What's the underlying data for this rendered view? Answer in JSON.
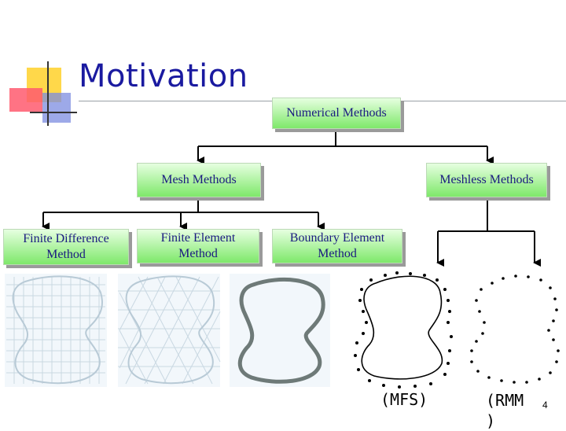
{
  "slide": {
    "title": "Motivation",
    "page_number": "4"
  },
  "tree": {
    "root": "Numerical Methods",
    "mesh": "Mesh Methods",
    "meshless": "Meshless Methods",
    "fdm": "Finite Difference Method",
    "fem": "Finite Element Method",
    "bem": "Boundary Element Method"
  },
  "labels": {
    "mfs": "(MFS)",
    "rmm": "(RMM )"
  },
  "colors": {
    "title": "#1a1aa0",
    "box_text": "#1a1a80",
    "box_fill_top": "#e6ffe0",
    "box_fill_bottom": "#7ee86a"
  }
}
